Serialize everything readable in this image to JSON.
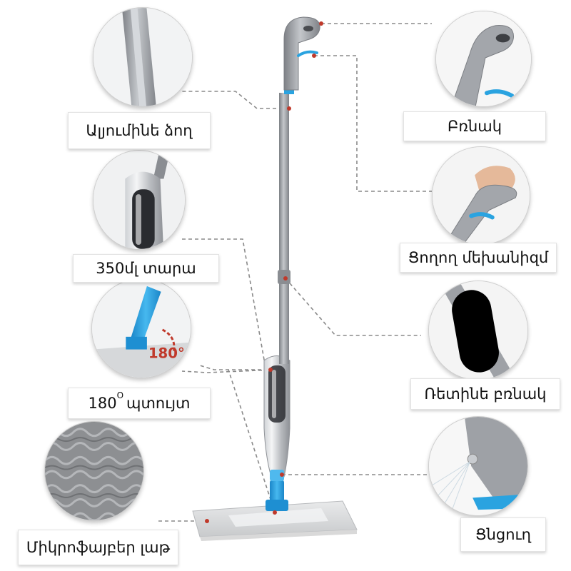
{
  "callouts": {
    "aluminum_rod": "Ալյումինե ձող",
    "handle": "Բռնակ",
    "trigger_mechanism": "Ցողող մեխանիզմ",
    "tank": "350մլ տարա",
    "rubber_grip": "Ռետինե բռնակ",
    "rotation_value": "180",
    "rotation_degree": "O",
    "rotation_label": "պտույտ",
    "rotation_badge": "180°",
    "nozzle": "Ցնցուղ",
    "microfiber_pad": "Միկրոֆայբեր լաթ"
  },
  "colors": {
    "accent_blue": "#2aa3e0",
    "leader_line": "#8a8a8a",
    "leader_dot": "#c0392b",
    "rod_gray": "#9b9ea3"
  }
}
